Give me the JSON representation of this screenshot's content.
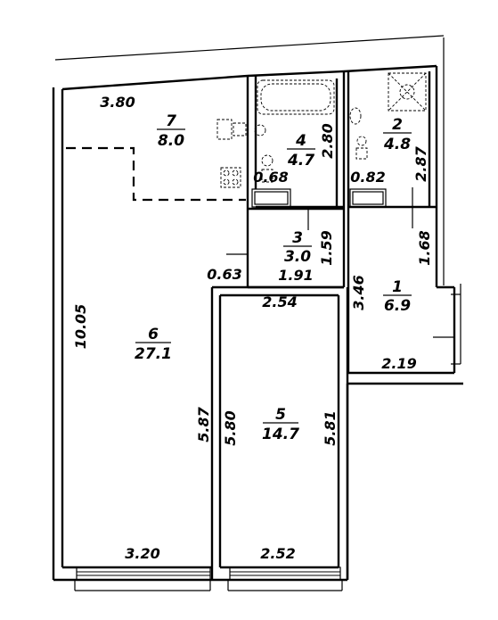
{
  "rooms": [
    {
      "id": "7",
      "number": "7",
      "area": "8.0"
    },
    {
      "id": "4",
      "number": "4",
      "area": "4.7"
    },
    {
      "id": "2",
      "number": "2",
      "area": "4.8"
    },
    {
      "id": "3",
      "number": "3",
      "area": "3.0"
    },
    {
      "id": "1",
      "number": "1",
      "area": "6.9"
    },
    {
      "id": "6",
      "number": "6",
      "area": "27.1"
    },
    {
      "id": "5",
      "number": "5",
      "area": "14.7"
    }
  ],
  "dimensions": {
    "d380": "3.80",
    "d280": "2.80",
    "d287": "2.87",
    "d068": "0.68",
    "d082": "0.82",
    "d159": "1.59",
    "d168": "1.68",
    "d063": "0.63",
    "d191": "1.91",
    "d254": "2.54",
    "d346": "3.46",
    "d1005": "10.05",
    "d219": "2.19",
    "d587": "5.87",
    "d580": "5.80",
    "d581": "5.81",
    "d320": "3.20",
    "d252": "2.52"
  }
}
